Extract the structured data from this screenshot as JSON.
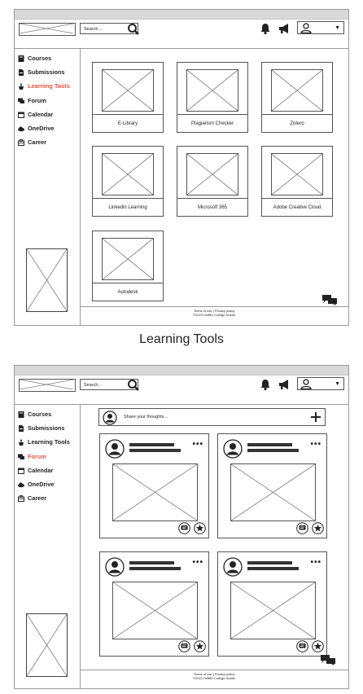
{
  "search": {
    "placeholder": "Search..."
  },
  "nav": [
    {
      "label": "Courses",
      "icon": "book-icon"
    },
    {
      "label": "Submissions",
      "icon": "document-icon"
    },
    {
      "label": "Learning Tools",
      "icon": "tools-icon"
    },
    {
      "label": "Forum",
      "icon": "forum-icon"
    },
    {
      "label": "Calendar",
      "icon": "calendar-icon"
    },
    {
      "label": "OneDrive",
      "icon": "cloud-icon"
    },
    {
      "label": "Career",
      "icon": "briefcase-icon"
    }
  ],
  "screen1": {
    "active_nav": "Learning Tools",
    "tiles": [
      {
        "label": "E-Library"
      },
      {
        "label": "Plagiarism Checker"
      },
      {
        "label": "Zotero"
      },
      {
        "label": "Linkedin Learning"
      },
      {
        "label": "Microsoft 365"
      },
      {
        "label": "Adobe Creative Cloud"
      },
      {
        "label": "Autodesk"
      }
    ]
  },
  "caption": "Learning Tools",
  "screen2": {
    "active_nav": "Forum",
    "compose_placeholder": "Share your thoughts..."
  },
  "footer": {
    "line1": "Terms of use | Privacy policy",
    "line2": "©2023 Griffith College Dublin"
  },
  "colors": {
    "active": "#e8553b",
    "frame": "#9a9a9a",
    "topbar": "#d9d9d9"
  }
}
